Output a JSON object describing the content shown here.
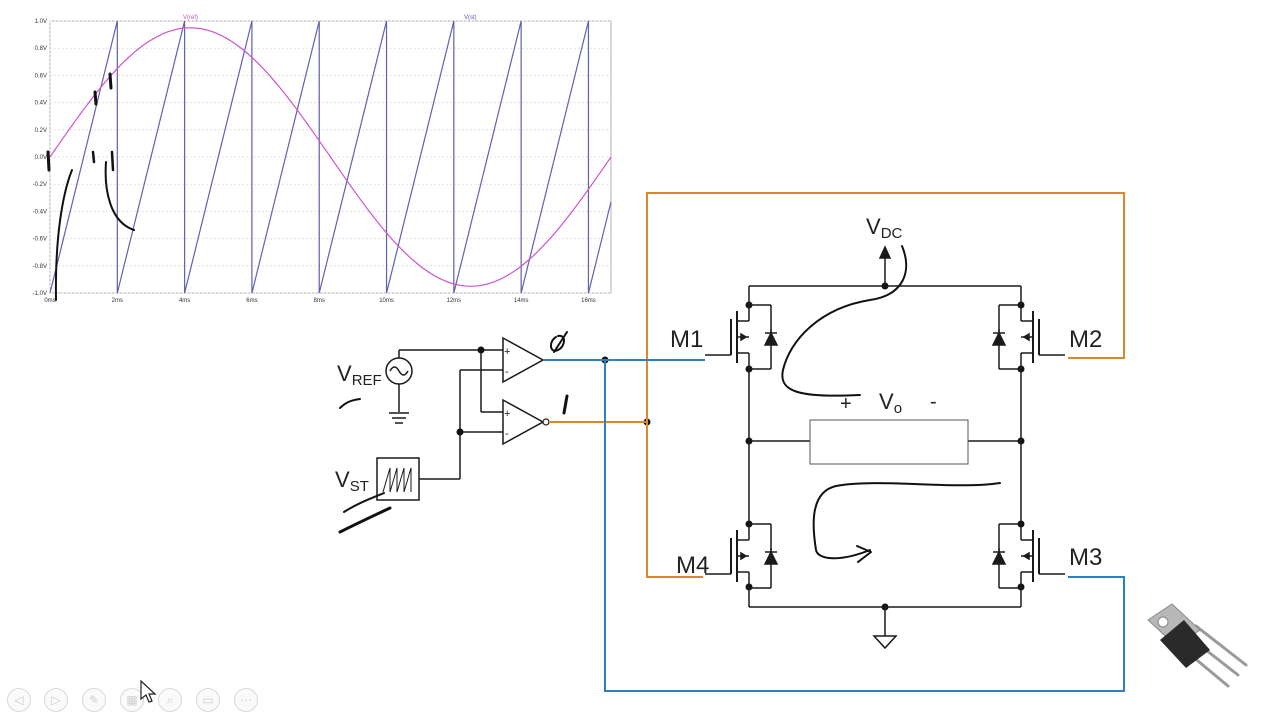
{
  "chart_data": {
    "type": "line",
    "series": [
      {
        "name": "V(ref)",
        "color": "#cc55cc",
        "kind": "sine",
        "amplitude": 0.95,
        "period_ms": 16.67
      },
      {
        "name": "V(st)",
        "color": "#6060b0",
        "kind": "sawtooth",
        "period_ms": 2.0,
        "min": -1.0,
        "max": 1.0
      }
    ],
    "xlim": [
      0,
      16.67
    ],
    "ylim": [
      -1.0,
      1.0
    ],
    "x_ticks": [
      "0ms",
      "2ms",
      "4ms",
      "6ms",
      "8ms",
      "10ms",
      "12ms",
      "14ms",
      "16ms"
    ],
    "y_ticks": [
      "1.0V",
      "0.8V",
      "0.6V",
      "0.4V",
      "0.2V",
      "0.0V",
      "-0.2V",
      "-0.4V",
      "-0.6V",
      "-0.8V",
      "-1.0V"
    ],
    "grid": true,
    "legend": "top"
  },
  "circuit": {
    "vref": {
      "main": "V",
      "sub": "REF"
    },
    "vst": {
      "main": "V",
      "sub": "ST"
    },
    "vdc": {
      "main": "V",
      "sub": "DC"
    },
    "vo": {
      "plus": "+",
      "main": "V",
      "sub": "o",
      "minus": "-"
    },
    "mosfets": [
      "M1",
      "M2",
      "M3",
      "M4"
    ],
    "comparator_top": {
      "plus": "+",
      "minus": "-"
    },
    "comparator_bottom": {
      "plus": "+",
      "minus": "-"
    }
  },
  "colors": {
    "orange": "#d9882e",
    "blue": "#2e7fbd",
    "wire": "#1a1a1a"
  },
  "controls": [
    {
      "icon": "prev-icon",
      "glyph": "◁"
    },
    {
      "icon": "next-icon",
      "glyph": "▷"
    },
    {
      "icon": "pen-icon",
      "glyph": "✎"
    },
    {
      "icon": "slides-icon",
      "glyph": "▦"
    },
    {
      "icon": "zoom-icon",
      "glyph": "⌕"
    },
    {
      "icon": "subtitle-icon",
      "glyph": "▭"
    },
    {
      "icon": "more-icon",
      "glyph": "⋯"
    }
  ]
}
